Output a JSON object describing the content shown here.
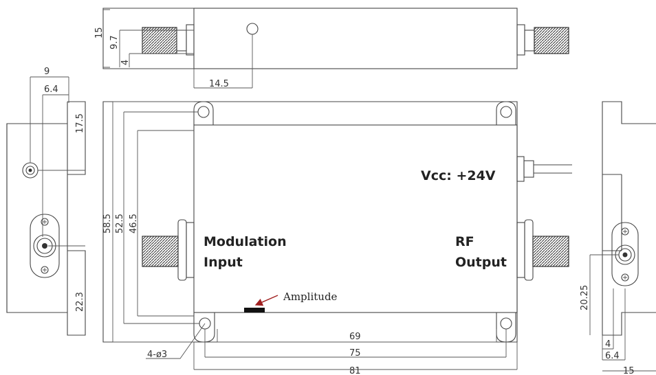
{
  "labels": {
    "vcc": "Vcc: +24V",
    "mod_line1": "Modulation",
    "mod_line2": "Input",
    "rf_line1": "RF",
    "rf_line2": "Output",
    "amplitude": "Amplitude",
    "holes": "4-ø3"
  },
  "dims": {
    "top_h15": "15",
    "top_h97": "9.7",
    "top_h4": "4",
    "top_w145": "14.5",
    "left_w9": "9",
    "left_w64": "6.4",
    "left_h175": "17.5",
    "left_h223": "22.3",
    "main_h585": "58.5",
    "main_h525": "52.5",
    "main_h465": "46.5",
    "main_w69": "69",
    "main_w75": "75",
    "main_w81": "81",
    "right_h2025": "20.25",
    "right_w4": "4",
    "right_w64": "6.4",
    "right_w15": "15"
  },
  "colors": {
    "arrow": "#a02020"
  }
}
